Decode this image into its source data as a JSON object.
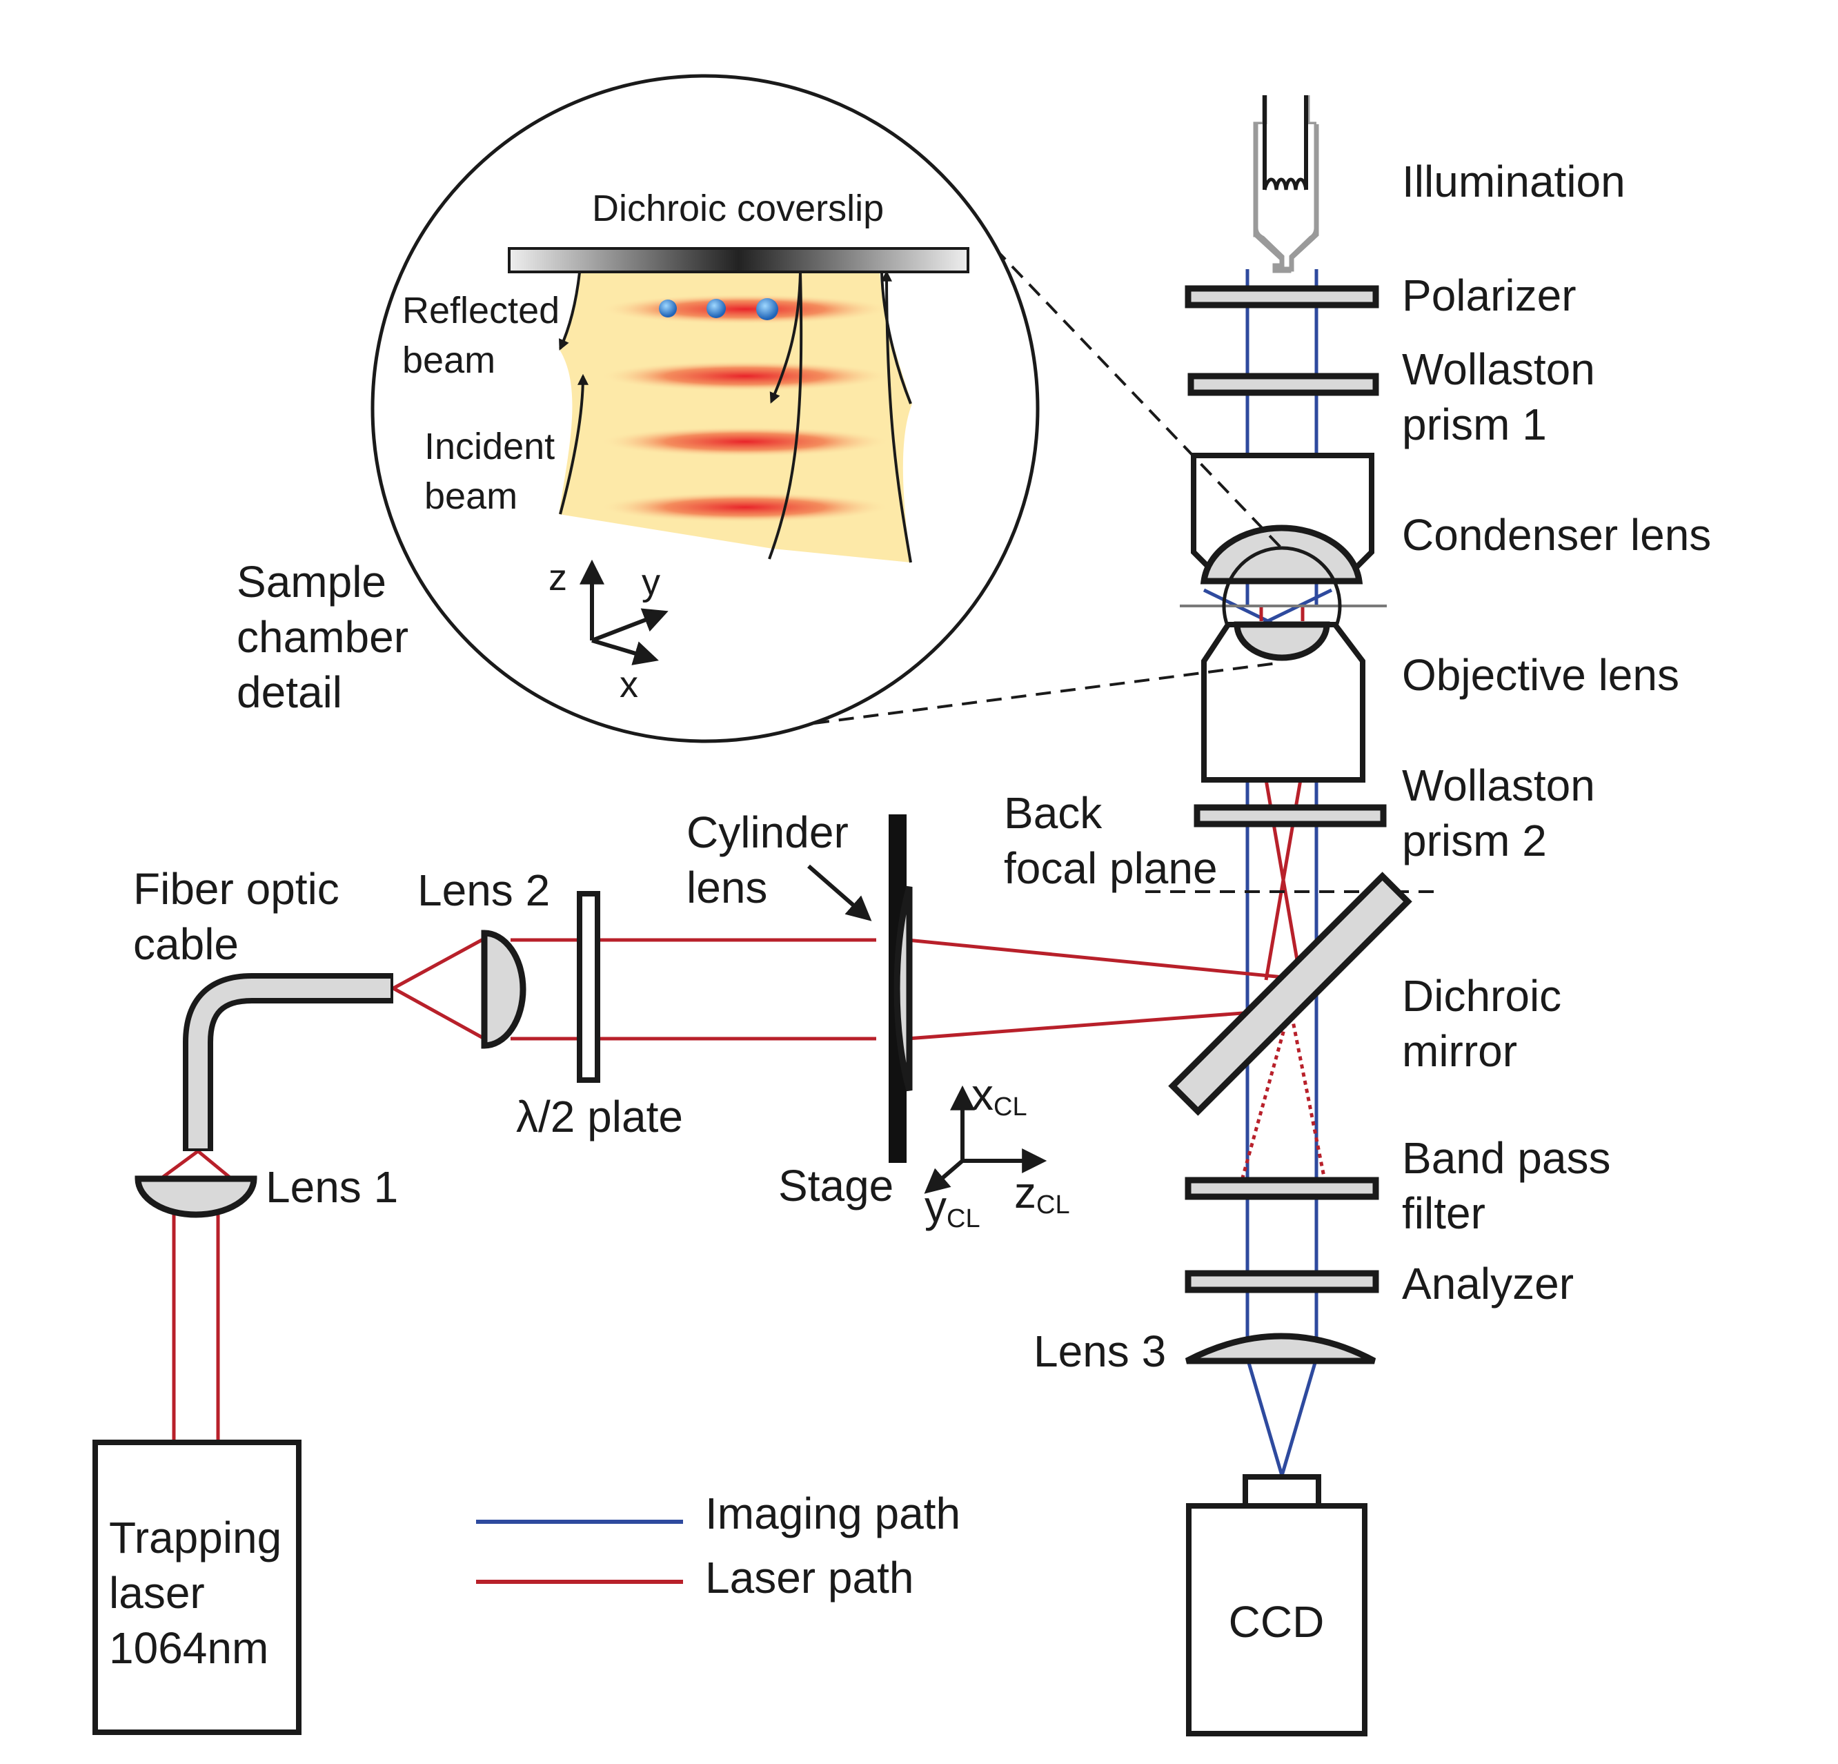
{
  "labels": {
    "illumination": "Illumination",
    "polarizer": "Polarizer",
    "wollaston1_l1": "Wollaston",
    "wollaston1_l2": "prism 1",
    "condenser": "Condenser lens",
    "objective": "Objective lens",
    "wollaston2_l1": "Wollaston",
    "wollaston2_l2": "prism 2",
    "dichroic_l1": "Dichroic",
    "dichroic_l2": "mirror",
    "bandpass_l1": "Band pass",
    "bandpass_l2": "filter",
    "analyzer": "Analyzer",
    "lens3": "Lens 3",
    "ccd": "CCD",
    "backfocal_l1": "Back",
    "backfocal_l2": "focal plane",
    "cylinder_l1": "Cylinder",
    "cylinder_l2": "lens",
    "stage": "Stage",
    "halfwave": "λ/2 plate",
    "lens2": "Lens 2",
    "fiber_l1": "Fiber optic",
    "fiber_l2": "cable",
    "lens1": "Lens 1",
    "laser_l1": "Trapping",
    "laser_l2": "laser",
    "laser_l3": "1064nm",
    "sample_l1": "Sample",
    "sample_l2": "chamber",
    "sample_l3": "detail"
  },
  "inset": {
    "coverslip": "Dichroic coverslip",
    "reflected_l1": "Reflected",
    "reflected_l2": "beam",
    "incident_l1": "Incident",
    "incident_l2": "beam",
    "axis_z": "z",
    "axis_y": "y",
    "axis_x": "x"
  },
  "cl_axes": {
    "x": "x",
    "y": "y",
    "z": "z",
    "sub": "CL"
  },
  "legend": {
    "imaging": "Imaging path",
    "laser": "Laser path"
  },
  "colors": {
    "imaging_path": "#2e4a9e",
    "laser_path": "#b8202a",
    "optic_fill": "#d9d9d9",
    "beam_fill": "#fde9a8"
  }
}
